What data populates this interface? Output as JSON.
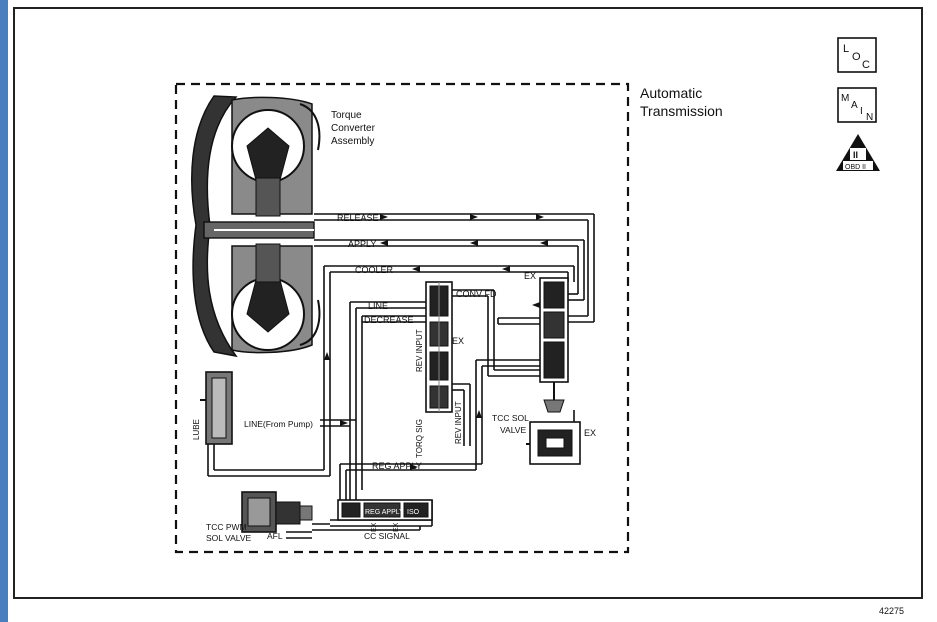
{
  "heading": {
    "line1": "Automatic",
    "line2": "Transmission"
  },
  "icons": {
    "loc": {
      "top": "L",
      "mid": "O",
      "sub": "C"
    },
    "main": {
      "top": "M",
      "mid": "A",
      "sub": "I",
      "end": "N"
    },
    "obd": {
      "roman": "II",
      "label": "OBD II"
    }
  },
  "labels": {
    "torque_1": "Torque",
    "torque_2": "Converter",
    "torque_3": "Assembly",
    "release": "RELEASE",
    "apply": "APPLY",
    "cooler": "COOLER",
    "conv_fd": "CONV FD",
    "ex_top": "EX",
    "line": "LINE",
    "decrease": "DECREASE",
    "ex_mid": "EX",
    "rev_input_1": "REV INPUT",
    "torq_sig": "TORQ SIG",
    "rev_input_2": "REV INPUT",
    "lube": "LUBE",
    "line_from_pump": "LINE(From Pump)",
    "reg_apply": "REG APPLY",
    "tcc_sol_1": "TCC SOL",
    "tcc_sol_2": "VALVE",
    "ex_sol": "EX",
    "tcc_pwm_1": "TCC PWM",
    "tcc_pwm_2": "SOL VALVE",
    "afl": "AFL",
    "cc_signal": "CC SIGNAL",
    "reg_valve": "REG APPLY",
    "iso": "ISO",
    "ex_a": "EX",
    "ex_b": "EX"
  },
  "figure_number": "42275"
}
